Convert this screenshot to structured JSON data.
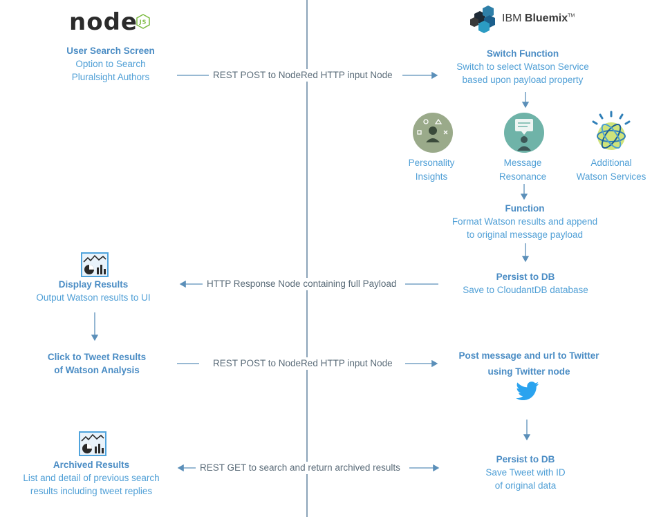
{
  "logos": {
    "nodejs": {
      "wordmark": "node",
      "badge": "JS"
    },
    "bluemix": {
      "brand": "IBM",
      "product": "Bluemix",
      "tm": "TM"
    }
  },
  "left": {
    "user_search": {
      "title": "User Search Screen",
      "lines": [
        "Option to Search",
        "Pluralsight  Authors"
      ]
    },
    "display_results": {
      "title": "Display Results",
      "lines": [
        "Output Watson results to UI"
      ]
    },
    "click_to_tweet": {
      "title_lines": [
        "Click to Tweet Results",
        "of Watson Analysis"
      ]
    },
    "archived_results": {
      "title": "Archived Results",
      "lines": [
        "List and detail of previous search",
        "results including tweet replies"
      ]
    }
  },
  "right": {
    "switch_function": {
      "title": "Switch Function",
      "lines": [
        "Switch to select Watson Service",
        "based upon payload property"
      ]
    },
    "services": [
      {
        "name": "Personality Insights",
        "lines": [
          "Personality",
          "Insights"
        ],
        "icon": "personality-insights-icon",
        "color": "#9aaa8a"
      },
      {
        "name": "Message Resonance",
        "lines": [
          "Message",
          "Resonance"
        ],
        "icon": "message-resonance-icon",
        "color": "#6fb3a8"
      },
      {
        "name": "Additional Watson Services",
        "lines": [
          "Additional",
          "Watson  Services"
        ],
        "icon": "watson-globe-icon",
        "color": "#2f7fb8"
      }
    ],
    "format_function": {
      "title": "Function",
      "lines": [
        "Format Watson results and append",
        "to original message payload"
      ]
    },
    "persist_db_1": {
      "title": "Persist to DB",
      "lines": [
        "Save to CloudantDB database"
      ]
    },
    "post_twitter": {
      "title_lines": [
        "Post message and url to Twitter",
        "using Twitter node"
      ]
    },
    "persist_db_2": {
      "title": "Persist to DB",
      "lines": [
        "Save Tweet with ID",
        "of original data"
      ]
    }
  },
  "connectors": {
    "rest_post_1": "REST POST to NodeRed HTTP input Node",
    "http_response": "HTTP Response Node containing full Payload",
    "rest_post_2": "REST POST to NodeRed HTTP input Node",
    "rest_get": "REST GET to search and return archived results"
  },
  "colors": {
    "title": "#4a8cc4",
    "text": "#4f9fd6",
    "connector_text": "#5a6b78",
    "arrow": "#5b8fb9",
    "divider": "#8aa3b8",
    "twitter": "#2aa3ef"
  }
}
